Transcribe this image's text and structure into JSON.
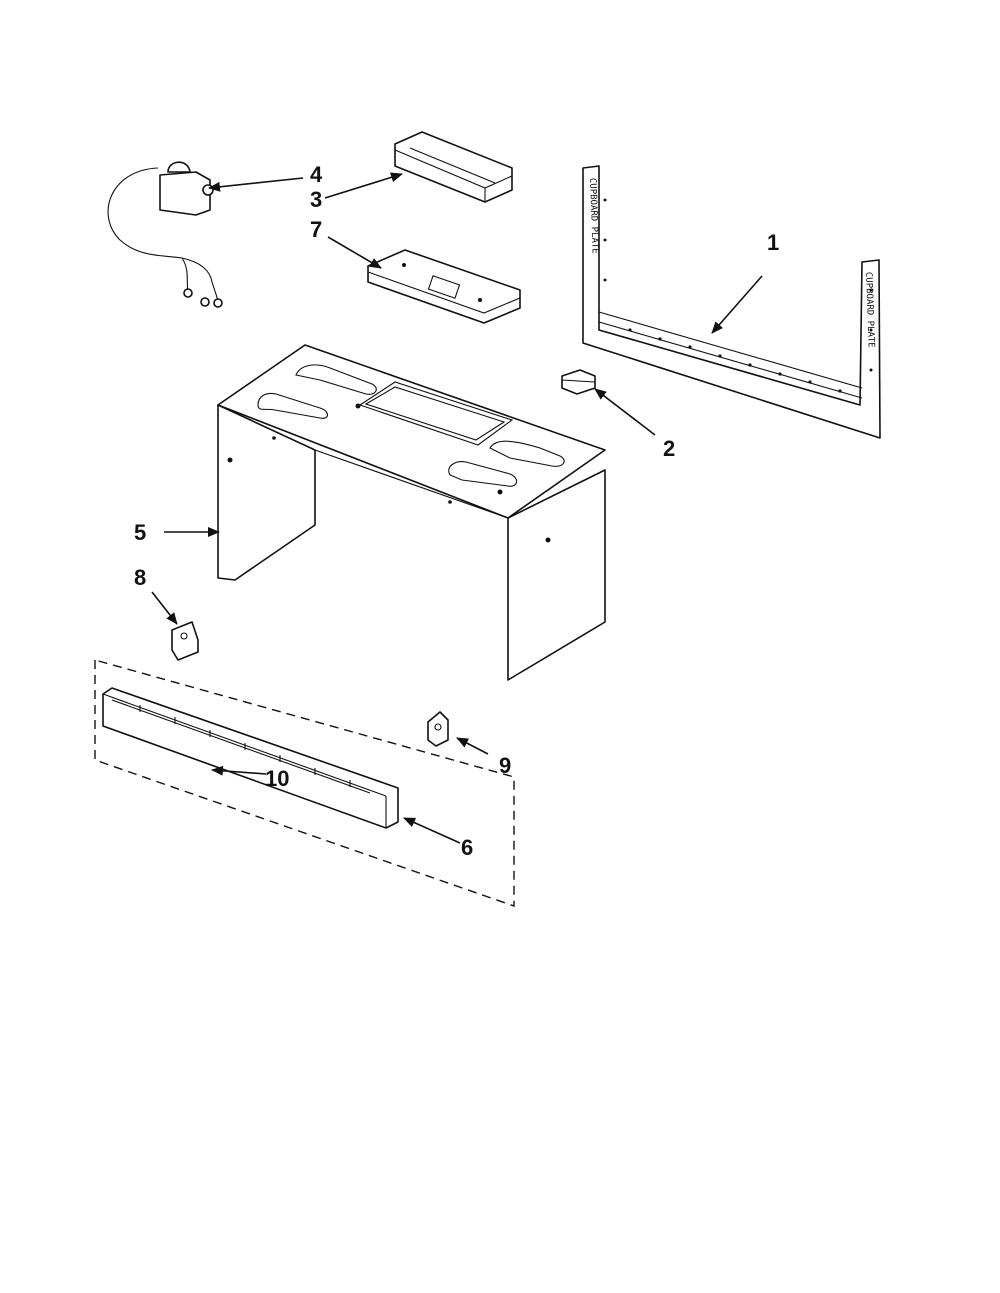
{
  "diagram": {
    "callouts": [
      "1",
      "2",
      "3",
      "4",
      "5",
      "6",
      "7",
      "8",
      "9",
      "10"
    ],
    "plate_text": "CUPBOARD PLATE"
  }
}
